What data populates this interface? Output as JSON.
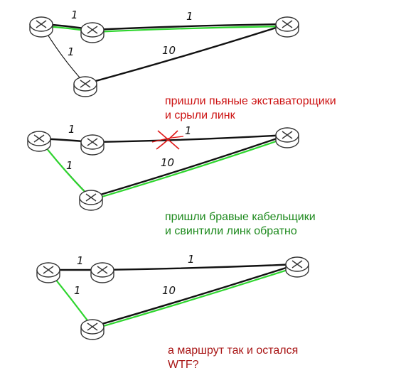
{
  "colors": {
    "link": "#111111",
    "route": "#2ed62e",
    "cut_mark": "#e01818",
    "caption_red": "#cc1111",
    "caption_green": "#1e8a1e",
    "caption_darkred": "#a81414"
  },
  "diagram": {
    "router_icon": "router-x-icon",
    "panels": [
      {
        "link_costs": {
          "a_b": "1",
          "b_c": "1",
          "a_d": "1",
          "d_c": "10"
        },
        "route": "A-B-C",
        "broken_link": false
      },
      {
        "link_costs": {
          "a_b": "1",
          "b_c": "1",
          "a_d": "1",
          "d_c": "10"
        },
        "route": "A-D-C",
        "broken_link": true
      },
      {
        "link_costs": {
          "a_b": "1",
          "b_c": "1",
          "a_d": "1",
          "d_c": "10"
        },
        "route": "A-D-C",
        "broken_link": false
      }
    ]
  },
  "captions": {
    "excavators": {
      "line1": "пришли пьяные экставаторщики",
      "line2": "и срыли линк"
    },
    "cablemen": {
      "line1": "пришли бравые кабельщики",
      "line2": "и свинтили линк обратно"
    },
    "result": {
      "line1": "а маршрут так и остался",
      "line2": "WTF?"
    }
  }
}
